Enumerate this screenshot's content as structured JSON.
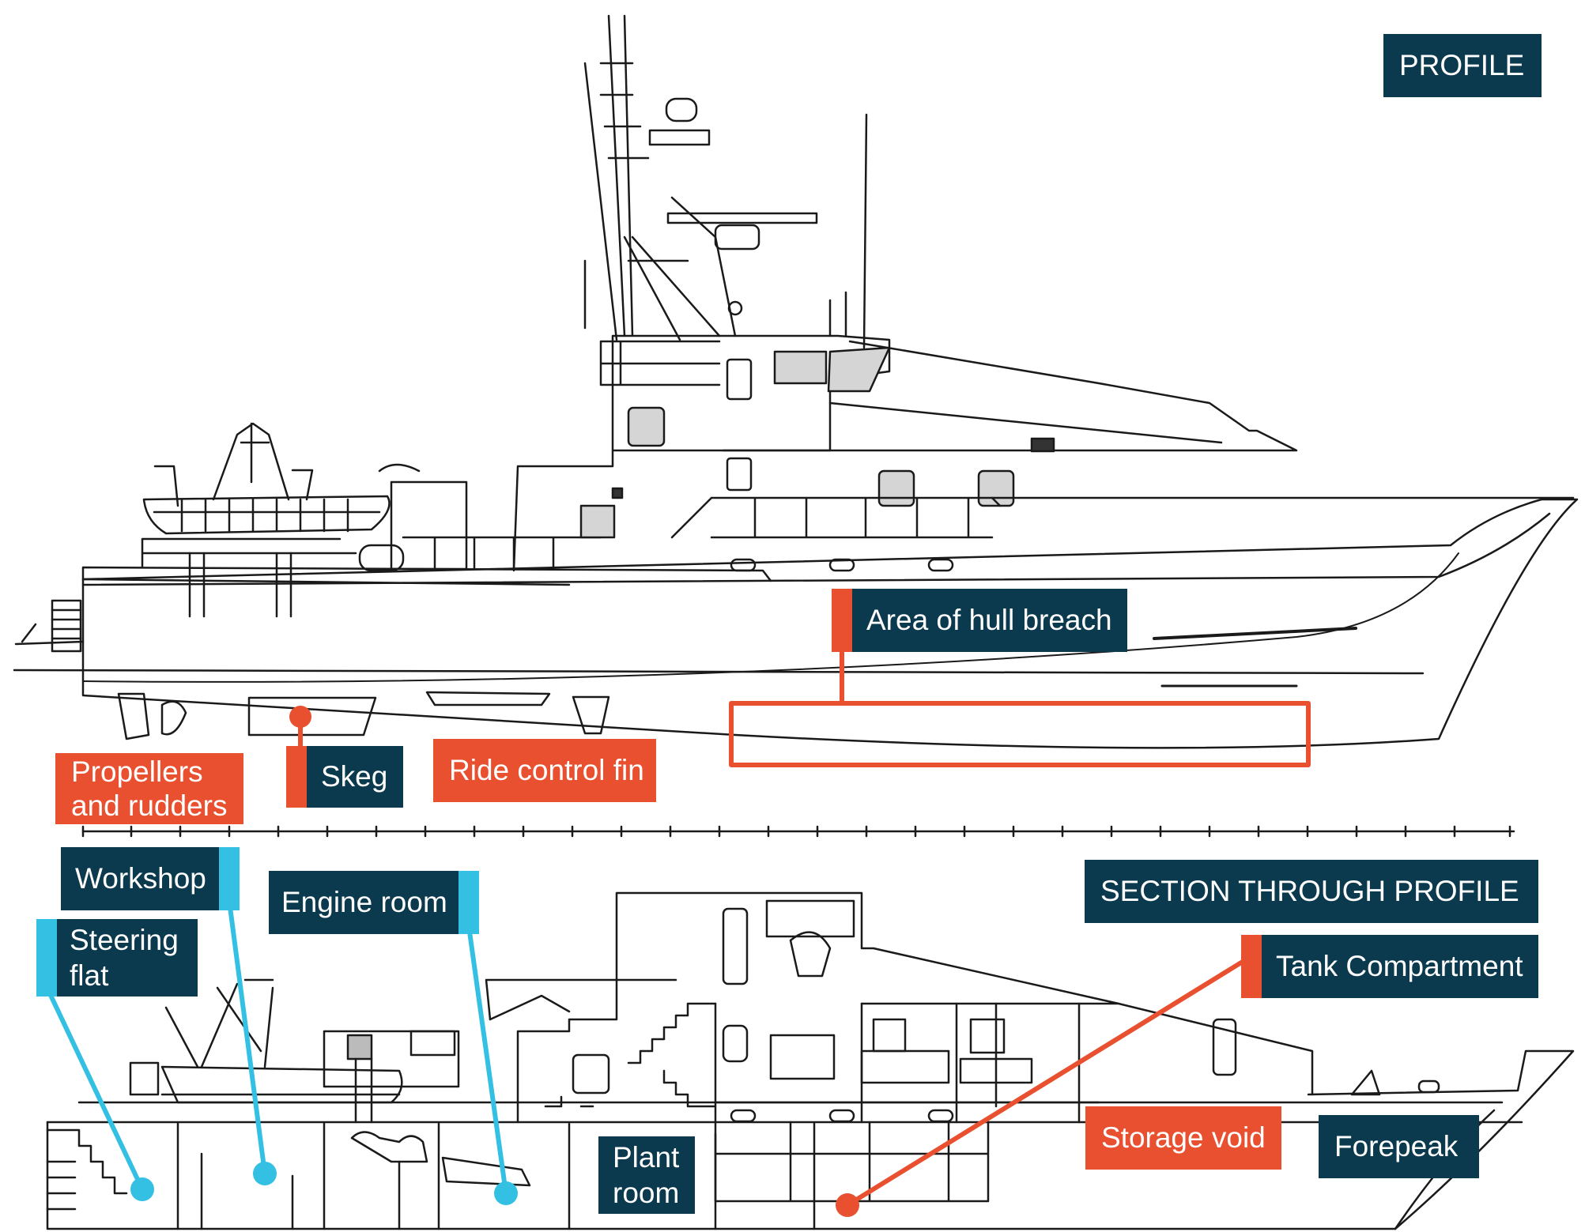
{
  "labels": {
    "profile": "PROFILE",
    "section": "SECTION THROUGH PROFILE",
    "hull_breach": "Area of hull breach",
    "propellers_1": "Propellers",
    "propellers_2": "and rudders",
    "skeg": "Skeg",
    "ride_control_fin": "Ride control fin",
    "workshop": "Workshop",
    "engine_room": "Engine room",
    "steering_1": "Steering",
    "steering_2": "flat",
    "tank_compartment": "Tank Compartment",
    "storage_void": "Storage void",
    "forepeak": "Forepeak",
    "plant_1": "Plant",
    "plant_2": "room"
  },
  "colors": {
    "navy": "#0b3a4e",
    "orange": "#e8502f",
    "cyan": "#33c0e3",
    "line": "#1a1a1a"
  }
}
